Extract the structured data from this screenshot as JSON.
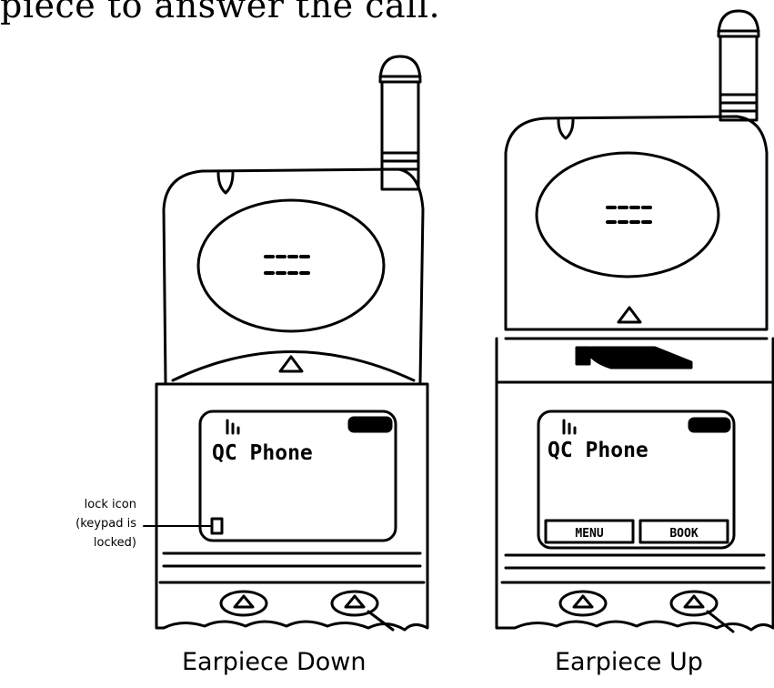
{
  "intro_text": "piece to answer the call.",
  "phones": [
    {
      "caption": "Earpiece Down",
      "screen_text": "QC Phone",
      "callout": {
        "line1": "lock icon",
        "line2": "(keypad is",
        "line3": "locked)"
      }
    },
    {
      "caption": "Earpiece Up",
      "screen_text": "QC Phone",
      "softkeys": [
        "MENU",
        "BOOK"
      ]
    }
  ],
  "colors": {
    "ink": "#000000",
    "paper": "#ffffff"
  }
}
